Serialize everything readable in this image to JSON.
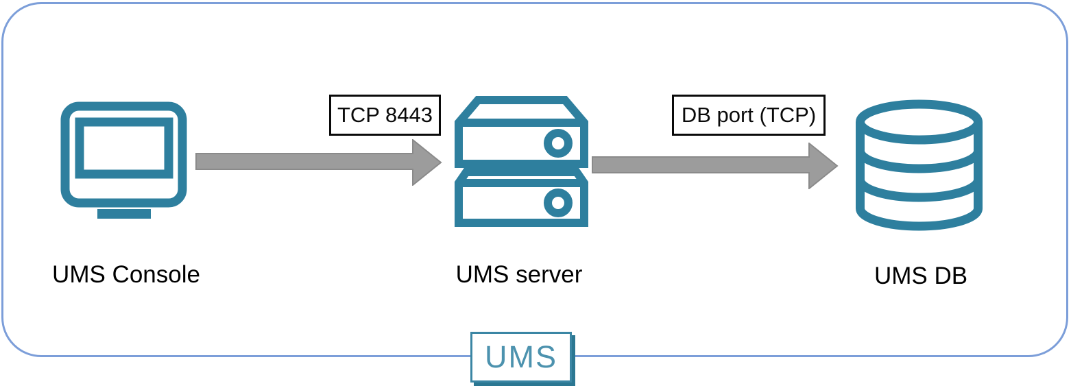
{
  "diagram": {
    "nodes": [
      {
        "id": "console",
        "label": "UMS Console",
        "icon": "monitor-icon"
      },
      {
        "id": "server",
        "label": "UMS server",
        "icon": "server-stack-icon"
      },
      {
        "id": "db",
        "label": "UMS DB",
        "icon": "database-icon"
      }
    ],
    "connections": [
      {
        "from": "UMS Console",
        "to": "UMS server",
        "label": "TCP 8443",
        "direction": "right"
      },
      {
        "from": "UMS server",
        "to": "UMS DB",
        "label": "DB port (TCP)",
        "direction": "right"
      }
    ],
    "badge": {
      "label": "UMS"
    },
    "colors": {
      "icon_teal": "#2E7F9E",
      "arrow_gray": "#9C9C9C",
      "arrow_border": "#8A8A8A",
      "frame_blue": "#7C9ED9",
      "connection_label_border": "#0a0a0a",
      "badge_border": "#3B86A4",
      "badge_shadow": "#2B7792",
      "badge_text_color": "#4C92AE",
      "node_label_color": "#000000"
    }
  }
}
